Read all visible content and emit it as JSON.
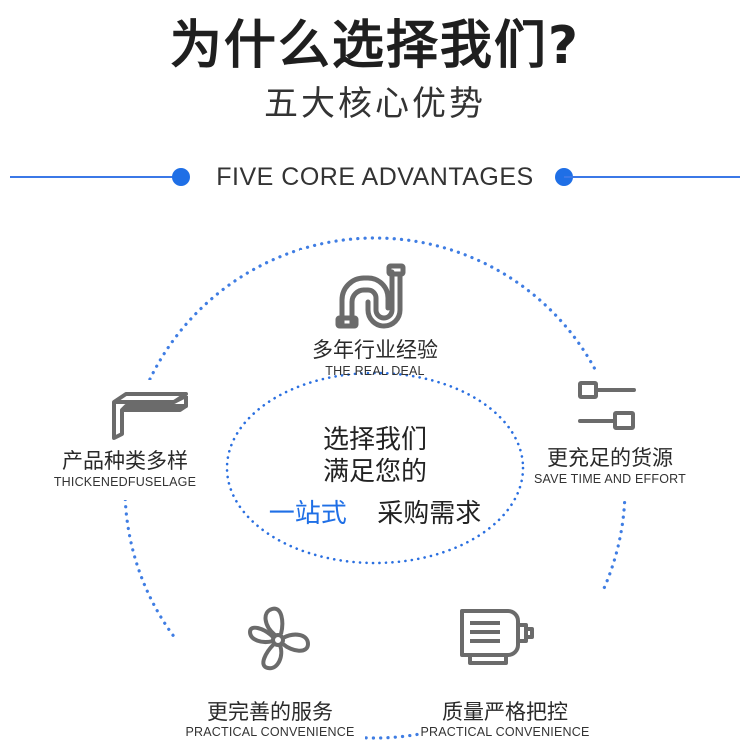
{
  "header": {
    "title": "为什么选择我们?",
    "subtitle": "五大核心优势",
    "english": "FIVE CORE ADVANTAGES"
  },
  "center": {
    "line1": "选择我们",
    "line2": "满足您的",
    "line3_accent": "一站式",
    "line3_rest": "采购需求"
  },
  "items": [
    {
      "icon": "pipe-icon",
      "cn": "多年行业经验",
      "en": "THE REAL DEAL"
    },
    {
      "icon": "slider-switch-icon",
      "cn": "更充足的货源",
      "en": "SAVE TIME AND EFFORT"
    },
    {
      "icon": "motor-icon",
      "cn": "质量严格把控",
      "en": "PRACTICAL CONVENIENCE"
    },
    {
      "icon": "fan-icon",
      "cn": "更完善的服务",
      "en": "PRACTICAL CONVENIENCE"
    },
    {
      "icon": "angle-profile-icon",
      "cn": "产品种类多样",
      "en": "THICKENEDFUSELAGE"
    }
  ],
  "colors": {
    "accent": "#1f6fe6",
    "text": "#222222",
    "icon_gray": "#6b6b6b"
  }
}
